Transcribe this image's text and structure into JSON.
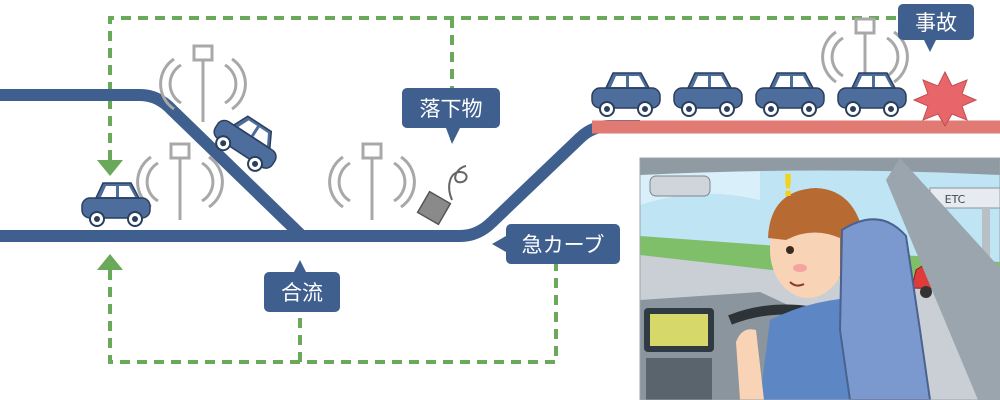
{
  "labels": {
    "jiko": "事故",
    "rakkabutsu": "落下物",
    "kyu_curve": "急カーブ",
    "goryu": "合流"
  },
  "inset": {
    "gate_sign": "ETC",
    "alert_mark": "!"
  },
  "icons": {
    "sensor": "roadside-sensor-icon",
    "car": "car-icon",
    "accident": "collision-burst-icon",
    "debris": "fallen-object-icon"
  },
  "colors": {
    "road": "#3f5f8f",
    "congestion": "#e07a73",
    "dash_route": "#6aa85a",
    "callout": "#3f5f8f",
    "car": "#4d6e9c",
    "burst": "#e8666a",
    "sensor_gray": "#a8a8a8",
    "debris": "#8a8a8a"
  }
}
